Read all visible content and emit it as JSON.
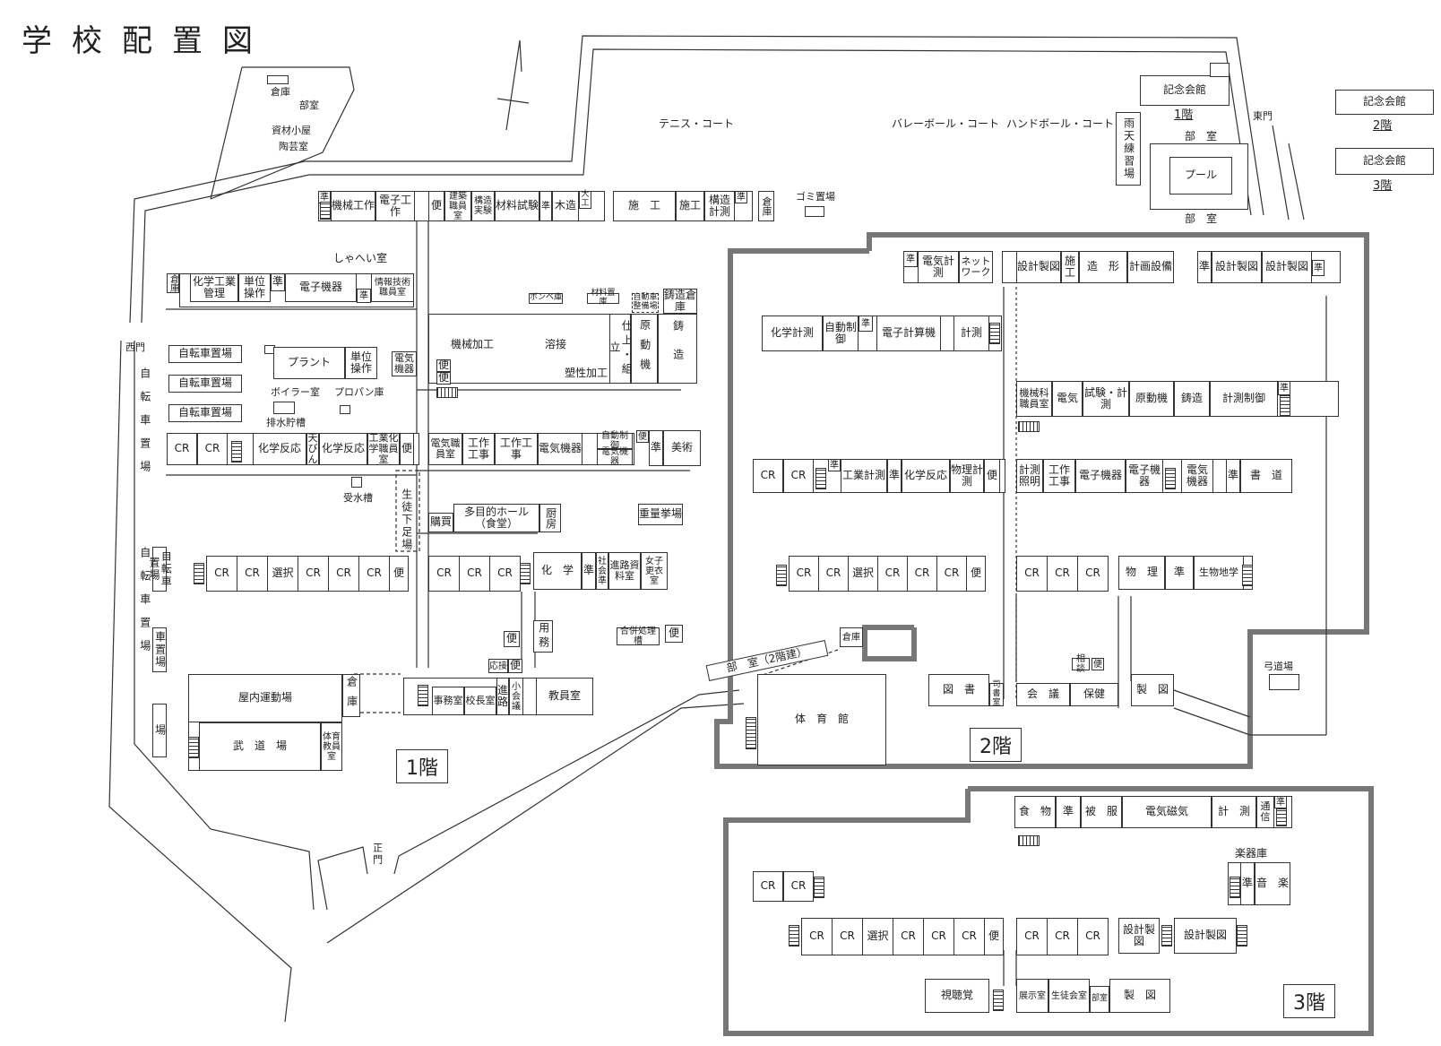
{
  "title": "学校配置図",
  "floors": {
    "f1": "1階",
    "f2": "2階",
    "f3": "3階"
  },
  "outdoor": {
    "tennis": "テニス・コート",
    "volleyball": "バレーボール・コート",
    "handball": "ハンドボール・コート",
    "gomi": "ゴミ置場",
    "kinen1": "記念会館",
    "kinen1_floor": "1階",
    "kinen2": "記念会館",
    "kinen2_floor": "2階",
    "kinen3": "記念会館",
    "kinen3_floor": "3階",
    "higashimon": "東門",
    "nishimon": "西門",
    "seimon": "正門",
    "pool": "プール",
    "bushitsu_top": "部　室",
    "bushitsu_bottom": "部　室",
    "amaten": "雨天練習場",
    "kyudo": "弓道場",
    "bike1": "自転車置場",
    "bike2": "自転車置場",
    "bike3": "自転車置場",
    "bike_v1": "自転車置場",
    "bike_v2": "自転車置場",
    "bike_v3": "車置場",
    "bike_v4": "場",
    "souko_nw": "倉庫",
    "bushitsu_nw": "部室",
    "shizai": "資材小屋",
    "tougei": "陶芸室",
    "boiler": "ボイラー室",
    "propane": "プロパン庫",
    "haisui": "排水貯槽",
    "jusui": "受水槽",
    "shahei": "しゃへい室",
    "bombe": "ボンベ庫",
    "zairyo": "材料置庫",
    "jidousha": "自動車整備場",
    "gappei": "合併処理槽",
    "ben_gappei": "便",
    "juryo": "重量挙場",
    "bushitsu2": "部　室（2階建）",
    "souko_mid": "倉庫"
  },
  "f1": {
    "kikai_kousaku": "機械工作",
    "denshi_kousaku": "電子工作",
    "ben1": "便",
    "kenchiku": "建築職員室",
    "kouzou_jikken": "構造実験",
    "zairyo_shiken": "材料試験",
    "jun1": "準",
    "jun_b": "準",
    "mokuzo": "木造",
    "daiku": "大工",
    "seko": "施　工",
    "seko2": "施工",
    "kouzou_keisoku": "構造計測",
    "jun2": "準",
    "souko_top": "倉庫",
    "kagaku_kougyou": "化学工業管理",
    "tani_sousa": "単位操作",
    "jun3": "準",
    "denshi_kiki": "電子機器",
    "jun4": "準",
    "jouhou": "情報技術職員室",
    "souko_l": "倉庫",
    "kikai_kakou": "機械加工",
    "yousetsu": "溶接",
    "sosei_kakou": "塑性加工",
    "shiage": "仕上・組立",
    "gendouki": "原動機",
    "chuzo": "鋳造",
    "chuzo_souko": "鋳造倉庫",
    "ben2": "便",
    "ben3": "便",
    "plant": "プラント",
    "tani_sousa2": "単位操作",
    "denki_kiki": "電気機器",
    "cr1": "CR",
    "cr2": "CR",
    "kagaku_hannou": "化学反応",
    "tenbin": "天びん",
    "kagaku_hannou2": "化学反応",
    "kougyou_kagaku": "工業化学職員室",
    "ben4": "便",
    "denki_shokuin": "電気職員室",
    "kousaku_kouji": "工作工事",
    "kousaku_kouji2": "工作工事",
    "denki_kiki2": "電気機器",
    "jidou_seigyo": "自動制御",
    "denki_kiki3": "電気機器",
    "ben5": "便",
    "jun5": "準",
    "bijutsu": "美術",
    "seito_geta": "生徒下足場",
    "koubai": "購買",
    "tamokuteki": "多目的ホール（食堂）",
    "chubo": "厨房",
    "cr_row": [
      "CR",
      "CR",
      "選択",
      "CR",
      "CR",
      "CR",
      "便"
    ],
    "cr_row2": [
      "CR",
      "CR",
      "CR"
    ],
    "kagaku": "化　学",
    "jun6": "準",
    "shakai_jun": "社会準",
    "shinro_shiryo": "進路資料室",
    "joshi_koui": "女子更衣室",
    "ben6": "便",
    "ouset": "応接",
    "ben7": "便",
    "yomu": "用務",
    "okunai": "屋内運動場",
    "budou": "武　道　場",
    "taiiku_kyouin": "体育教員室",
    "souko_b": "倉庫",
    "jimushitsu": "事務室",
    "kouchou": "校長室",
    "shinro": "進路",
    "shoukaigi": "小会議",
    "kyouinshitsu": "教員室",
    "taiikukan": "体　育　館"
  },
  "f2": {
    "jun1": "準",
    "denki_keisoku": "電気計測",
    "network": "ネットワーク",
    "sekkei_seizu": "設計製図",
    "seko": "施工",
    "zoukei": "造　形",
    "keikaku_setsubi": "計画設備",
    "jun2": "準",
    "sekkei_seizu2": "設計製図",
    "sekkei_seizu3": "設計製図",
    "jun3": "準",
    "kagaku_keisoku": "化学計測",
    "jidou_seigyo": "自動制御",
    "jun4": "準",
    "denshi_keisan": "電子計算機",
    "keisoku": "計測",
    "kikai_shokuin": "機械科職員室",
    "denki": "電気",
    "shiken_keisoku": "試験・計測",
    "gendouki": "原動機",
    "chuzo": "鋳造",
    "keisoku_seigyo": "計測制御",
    "jun5": "準",
    "cr1": "CR",
    "cr2": "CR",
    "jun6": "準",
    "kougyou_keisoku": "工業計測",
    "jun7": "準",
    "kagaku_hannou": "化学反応",
    "butsuri_keisoku": "物理計測",
    "ben1": "便",
    "keisoku_shoumei": "計測照明",
    "kousaku_kouji": "工作工事",
    "denshi_kiki": "電子機器",
    "denshi_kiki2": "電子機器",
    "denki_kiki": "電気機器",
    "jun8": "準",
    "shodou": "書　道",
    "cr_row": [
      "CR",
      "CR",
      "選択",
      "CR",
      "CR",
      "CR",
      "便"
    ],
    "cr_row2": [
      "CR",
      "CR",
      "CR"
    ],
    "butsuri": "物　理",
    "jun9": "準",
    "seibutsu_chigaku": "生物地学",
    "toshokan": "図　書",
    "shisho": "司書室",
    "kaigi": "会　議",
    "hoken": "保健",
    "soudan": "相談",
    "ben2": "便",
    "seizu": "製　図"
  },
  "f3": {
    "shokumotsu": "食　物",
    "jun1": "準",
    "hifuku": "被　服",
    "denki_jiki": "電気磁気",
    "keisoku": "計　測",
    "tsushin": "通信",
    "jun2": "準",
    "gakkiko": "楽器庫",
    "jun3": "準",
    "ongaku": "音　楽",
    "cr1": "CR",
    "cr2": "CR",
    "cr_row": [
      "CR",
      "CR",
      "選択",
      "CR",
      "CR",
      "CR",
      "便"
    ],
    "cr_row2": [
      "CR",
      "CR",
      "CR"
    ],
    "sekkei_seizu": "設計製図",
    "sekkei_seizu2": "設計製図",
    "shichoukaku": "視聴覚",
    "tenjishitsu": "展示室",
    "seitokai": "生徒会室",
    "bushitsu": "部室",
    "seizu": "製　図"
  }
}
